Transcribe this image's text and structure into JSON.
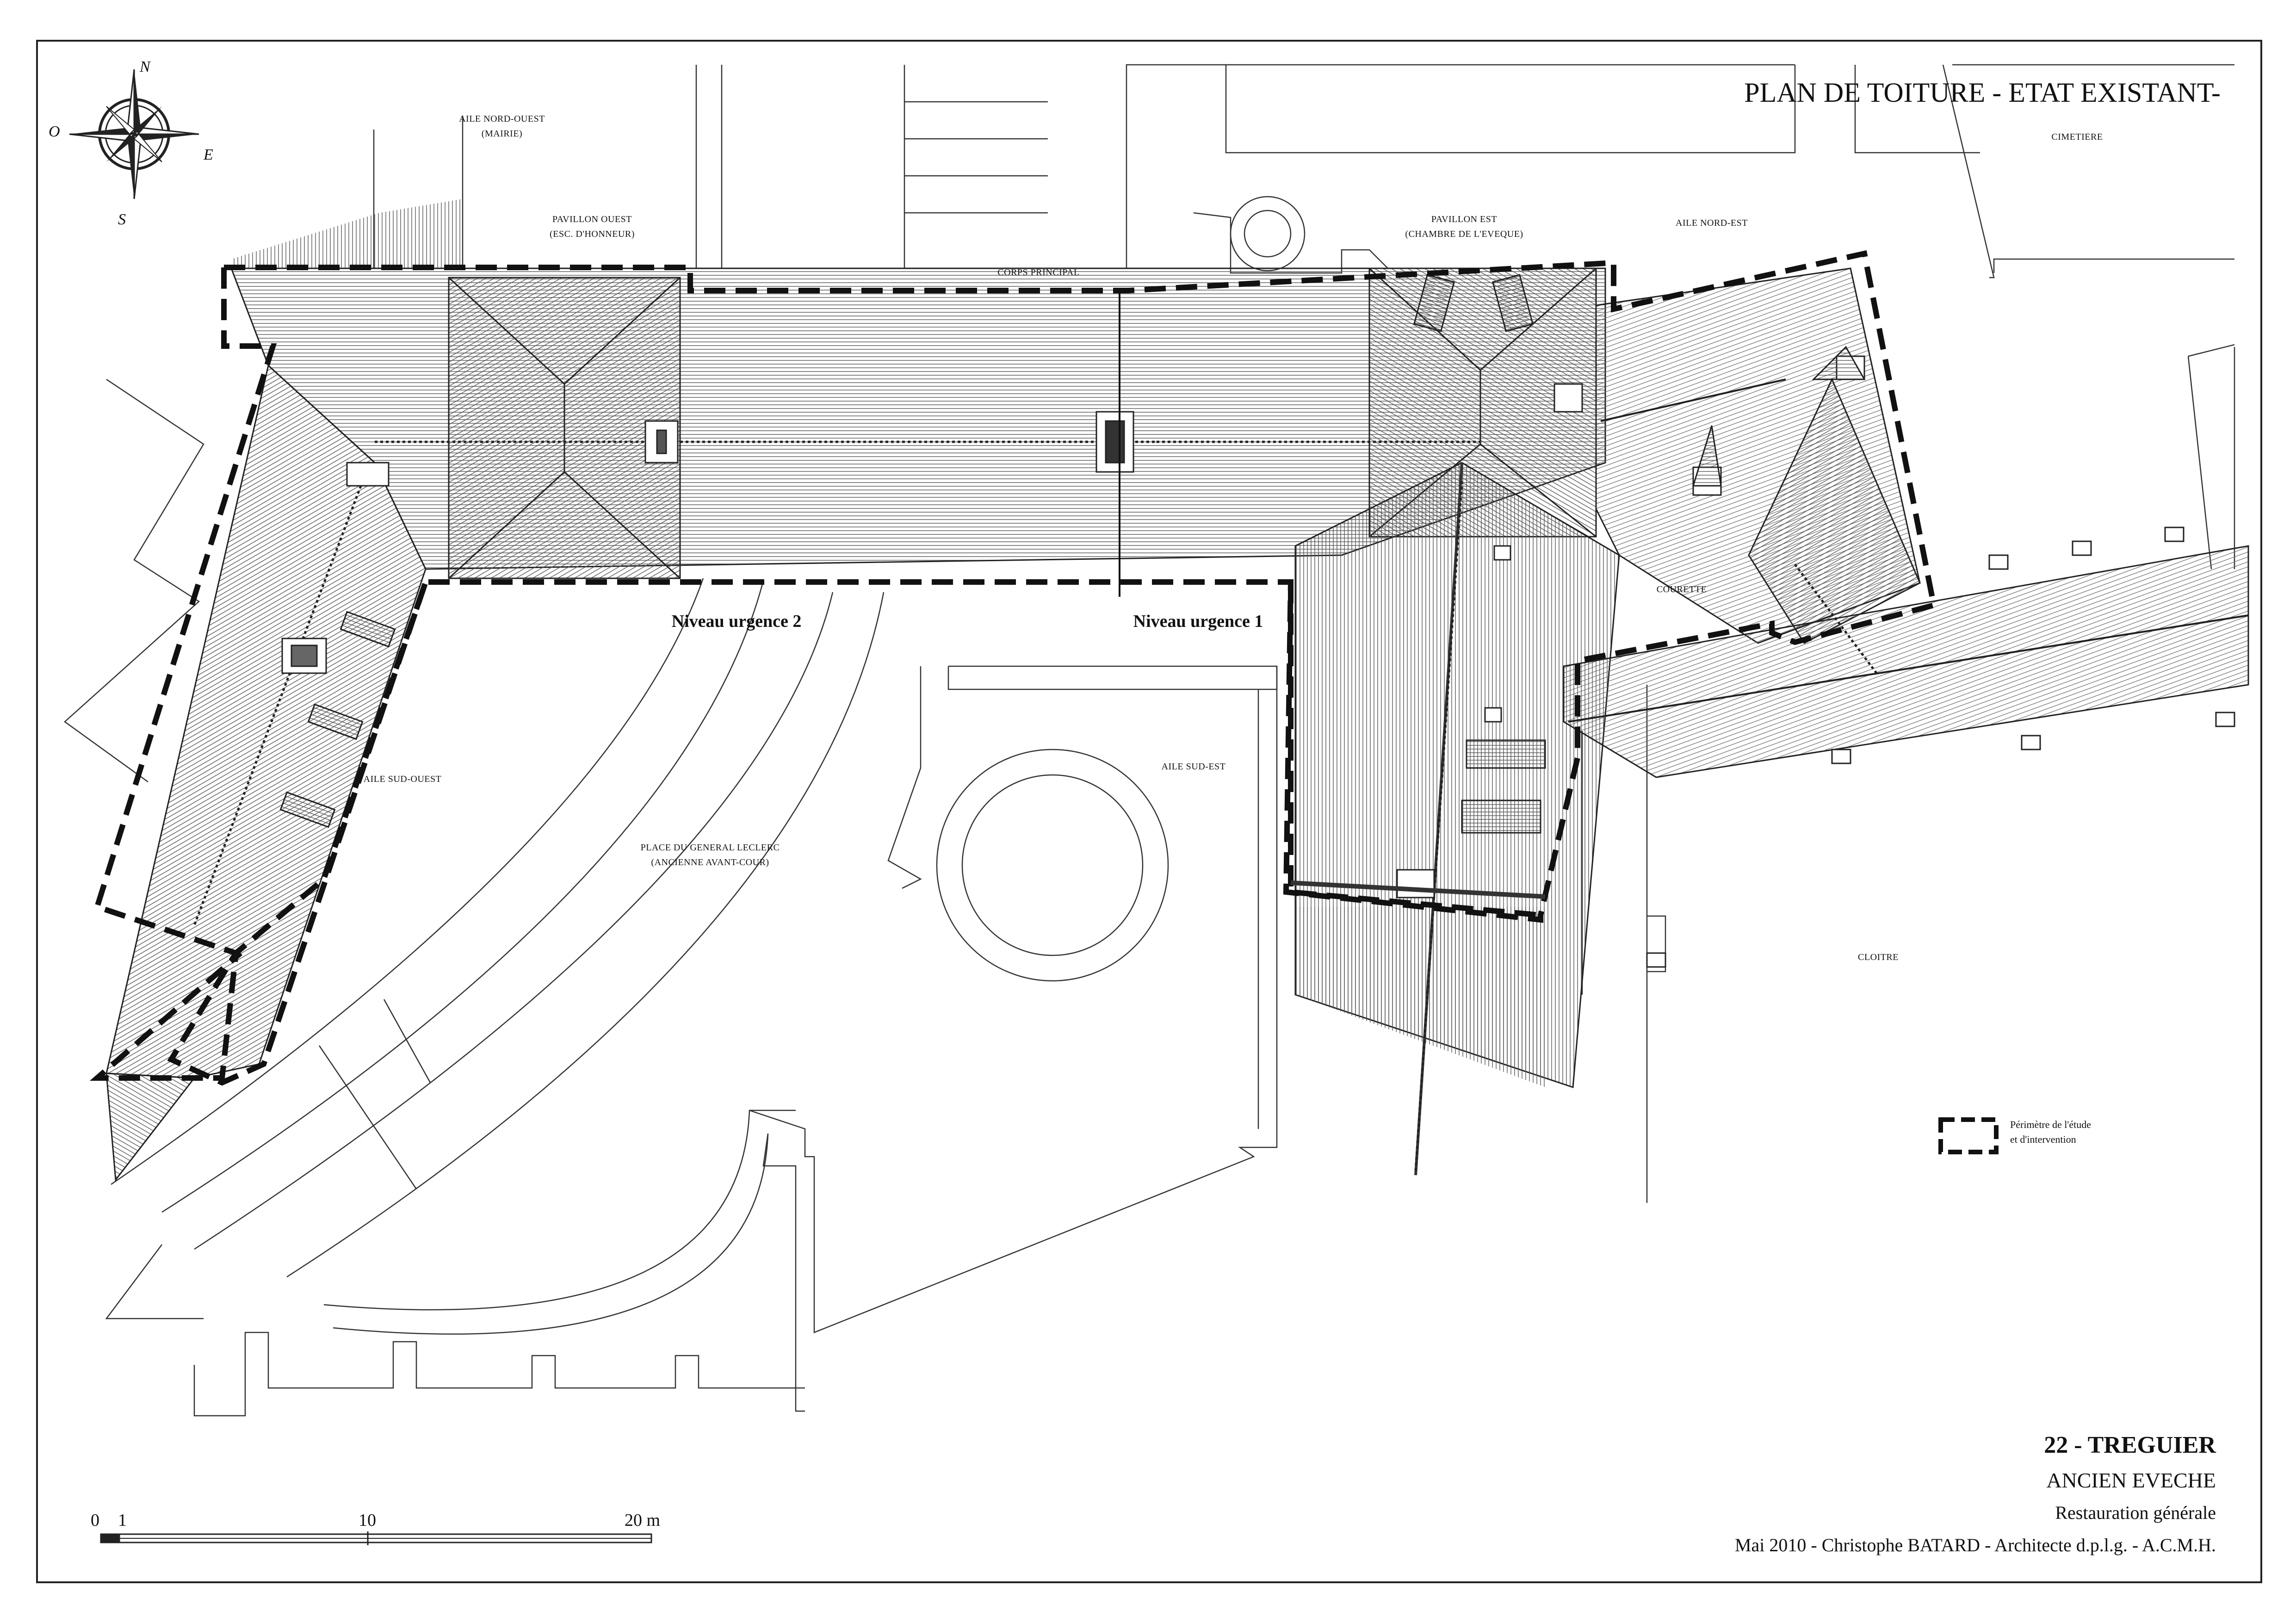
{
  "title": "PLAN DE TOITURE - ETAT EXISTANT-",
  "compass": {
    "n": "N",
    "s": "S",
    "e": "E",
    "w": "O"
  },
  "labels": {
    "aile_nord_ouest_1": "AILE NORD-OUEST",
    "aile_nord_ouest_2": "(MAIRIE)",
    "pavillon_ouest_1": "PAVILLON OUEST",
    "pavillon_ouest_2": "(ESC. D'HONNEUR)",
    "corps_principal": "CORPS PRINCIPAL",
    "pavillon_est_1": "PAVILLON EST",
    "pavillon_est_2": "(CHAMBRE DE L'EVEQUE)",
    "aile_nord_est": "AILE NORD-EST",
    "cimetiere": "CIMETIERE",
    "courette": "COURETTE",
    "aile_sud_ouest": "AILE SUD-OUEST",
    "aile_sud_est": "AILE SUD-EST",
    "place_1": "PLACE DU GENERAL LECLERC",
    "place_2": "(ANCIENNE AVANT-COUR)",
    "cloitre": "CLOITRE",
    "urgence_2": "Niveau urgence 2",
    "urgence_1": "Niveau urgence 1"
  },
  "legend": {
    "line1": "Périmètre de l'étude",
    "line2": "et d'intervention"
  },
  "scale": {
    "t0": "0",
    "t1": "1",
    "t10": "10",
    "t20": "20 m"
  },
  "title_block": {
    "code": "22 - TREGUIER",
    "name": "ANCIEN EVECHE",
    "subject": "Restauration générale",
    "credits": "Mai 2010 - Christophe BATARD - Architecte d.p.l.g. - A.C.M.H."
  }
}
